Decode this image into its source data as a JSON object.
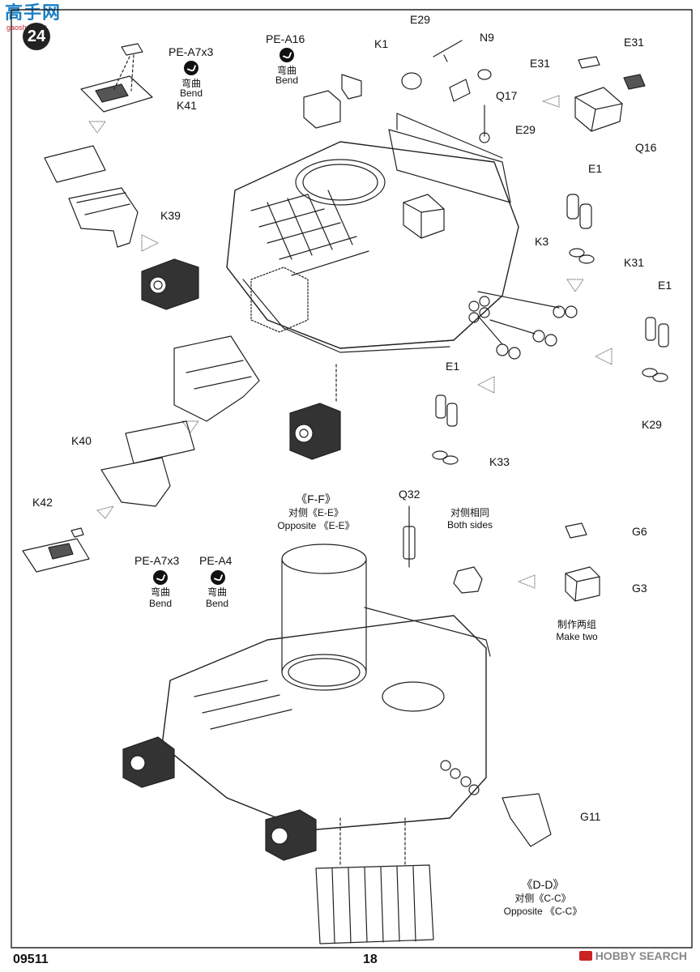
{
  "header": {
    "watermark": "高手网",
    "watermark_url": "gaoshou.net",
    "step_number": "24"
  },
  "callouts": {
    "pe_a7x3_top": "PE-A7x3",
    "pe_a7x3_top_bend_cn": "弯曲",
    "pe_a7x3_top_bend_en": "Bend",
    "k41": "K41",
    "pe_a16": "PE-A16",
    "pe_a16_bend_cn": "弯曲",
    "pe_a16_bend_en": "Bend",
    "k39": "K39",
    "k1": "K1",
    "e29_top": "E29",
    "n9": "N9",
    "q17": "Q17",
    "e29_mid": "E29",
    "e31_left": "E31",
    "e31_right": "E31",
    "q16": "Q16",
    "k3": "K3",
    "e1_a": "E1",
    "k31": "K31",
    "e1_b": "E1",
    "k29": "K29",
    "e1_c": "E1",
    "k33": "K33",
    "k40": "K40",
    "ff_title": "《F-F》",
    "ff_opposite_cn": "对侧《E-E》",
    "ff_opposite_en": "Opposite 《E-E》",
    "k42": "K42",
    "pe_a7x3_bottom": "PE-A7x3",
    "pe_a7x3_bottom_bend_cn": "弯曲",
    "pe_a7x3_bottom_bend_en": "Bend",
    "pe_a4": "PE-A4",
    "pe_a4_bend_cn": "弯曲",
    "pe_a4_bend_en": "Bend",
    "q32": "Q32",
    "both_sides_cn": "对侧相同",
    "both_sides_en": "Both sides",
    "g6": "G6",
    "g3": "G3",
    "make_two_cn": "制作两组",
    "make_two_en": "Make two",
    "g11": "G11",
    "dd_title": "《D-D》",
    "dd_opposite_cn": "对侧《C-C》",
    "dd_opposite_en": "Opposite 《C-C》"
  },
  "footer": {
    "kit_number": "09511",
    "page_number": "18",
    "source": "HOBBY SEARCH"
  }
}
